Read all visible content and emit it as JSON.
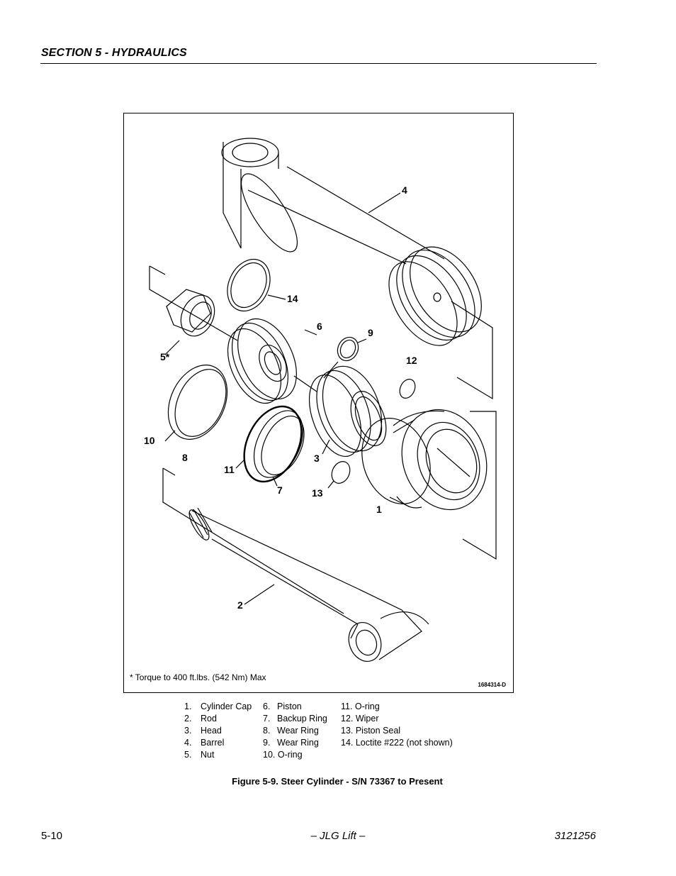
{
  "header": {
    "section_title": "SECTION 5 - HYDRAULICS"
  },
  "figure": {
    "callouts": {
      "c1": "1",
      "c2": "2",
      "c3": "3",
      "c4": "4",
      "c5": "5*",
      "c6": "6",
      "c7": "7",
      "c8": "8",
      "c9": "9",
      "c10": "10",
      "c11": "11",
      "c12": "12",
      "c13": "13",
      "c14": "14"
    },
    "torque_note": "* Torque to 400 ft.lbs. (542 Nm) Max",
    "drawing_number": "1684314-D"
  },
  "legend": {
    "col1": [
      {
        "num": "1.",
        "label": "Cylinder Cap"
      },
      {
        "num": "2.",
        "label": "Rod"
      },
      {
        "num": "3.",
        "label": "Head"
      },
      {
        "num": "4.",
        "label": "Barrel"
      },
      {
        "num": "5.",
        "label": "Nut"
      }
    ],
    "col2": [
      {
        "num": "6.",
        "label": "Piston"
      },
      {
        "num": "7.",
        "label": "Backup Ring"
      },
      {
        "num": "8.",
        "label": "Wear Ring"
      },
      {
        "num": "9.",
        "label": "Wear Ring"
      },
      {
        "num": "",
        "label": "10. O-ring"
      }
    ],
    "col3": [
      "11. O-ring",
      "12. Wiper",
      "13. Piston Seal",
      "14. Loctite #222 (not shown)"
    ]
  },
  "caption": "Figure 5-9.  Steer Cylinder - S/N 73367 to Present",
  "footer": {
    "page": "5-10",
    "center": "– JLG Lift –",
    "doc": "3121256"
  }
}
